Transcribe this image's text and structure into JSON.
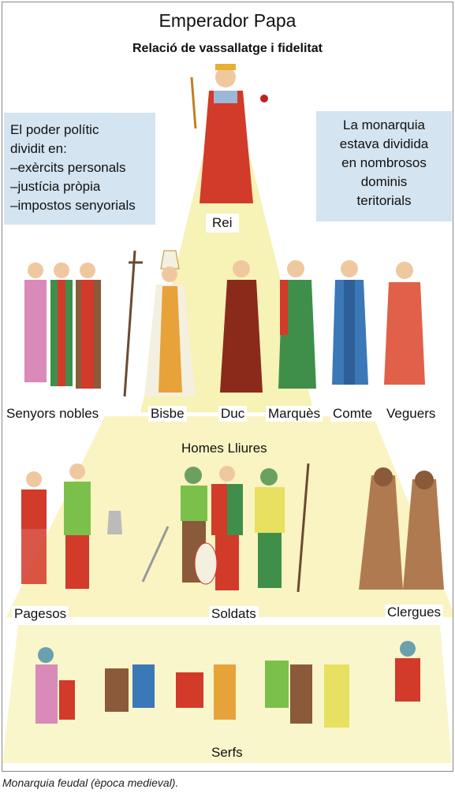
{
  "title": "Emperador Papa",
  "subtitle": "Relació de vassallatge i fidelitat",
  "left_box": {
    "lines": [
      "El poder polític",
      "dividit en:",
      "–exèrcits personals",
      "–justícia pròpia",
      "–impostos senyorials"
    ]
  },
  "right_box": {
    "lines": [
      "La monarquia",
      "estava dividida",
      "en nombrosos",
      "dominis",
      "teritorials"
    ]
  },
  "labels": {
    "rei": "Rei",
    "senyors_nobles": "Senyors nobles",
    "bisbe": "Bisbe",
    "duc": "Duc",
    "marques": "Marquès",
    "comte": "Comte",
    "veguers": "Veguers",
    "homes_lliures": "Homes Lliures",
    "pagesos": "Pagesos",
    "soldats": "Soldats",
    "clergues": "Clergues",
    "serfs": "Serfs"
  },
  "caption": "Monarquia feudal (època medieval).",
  "colors": {
    "beam": "#f6f0a8",
    "box": "#d4e4f0",
    "red": "#d23a2a",
    "green": "#3f8f4a",
    "blue": "#3b78b8",
    "brown": "#8a5a3a",
    "pink": "#d98ab8",
    "orange": "#e8a23a"
  }
}
